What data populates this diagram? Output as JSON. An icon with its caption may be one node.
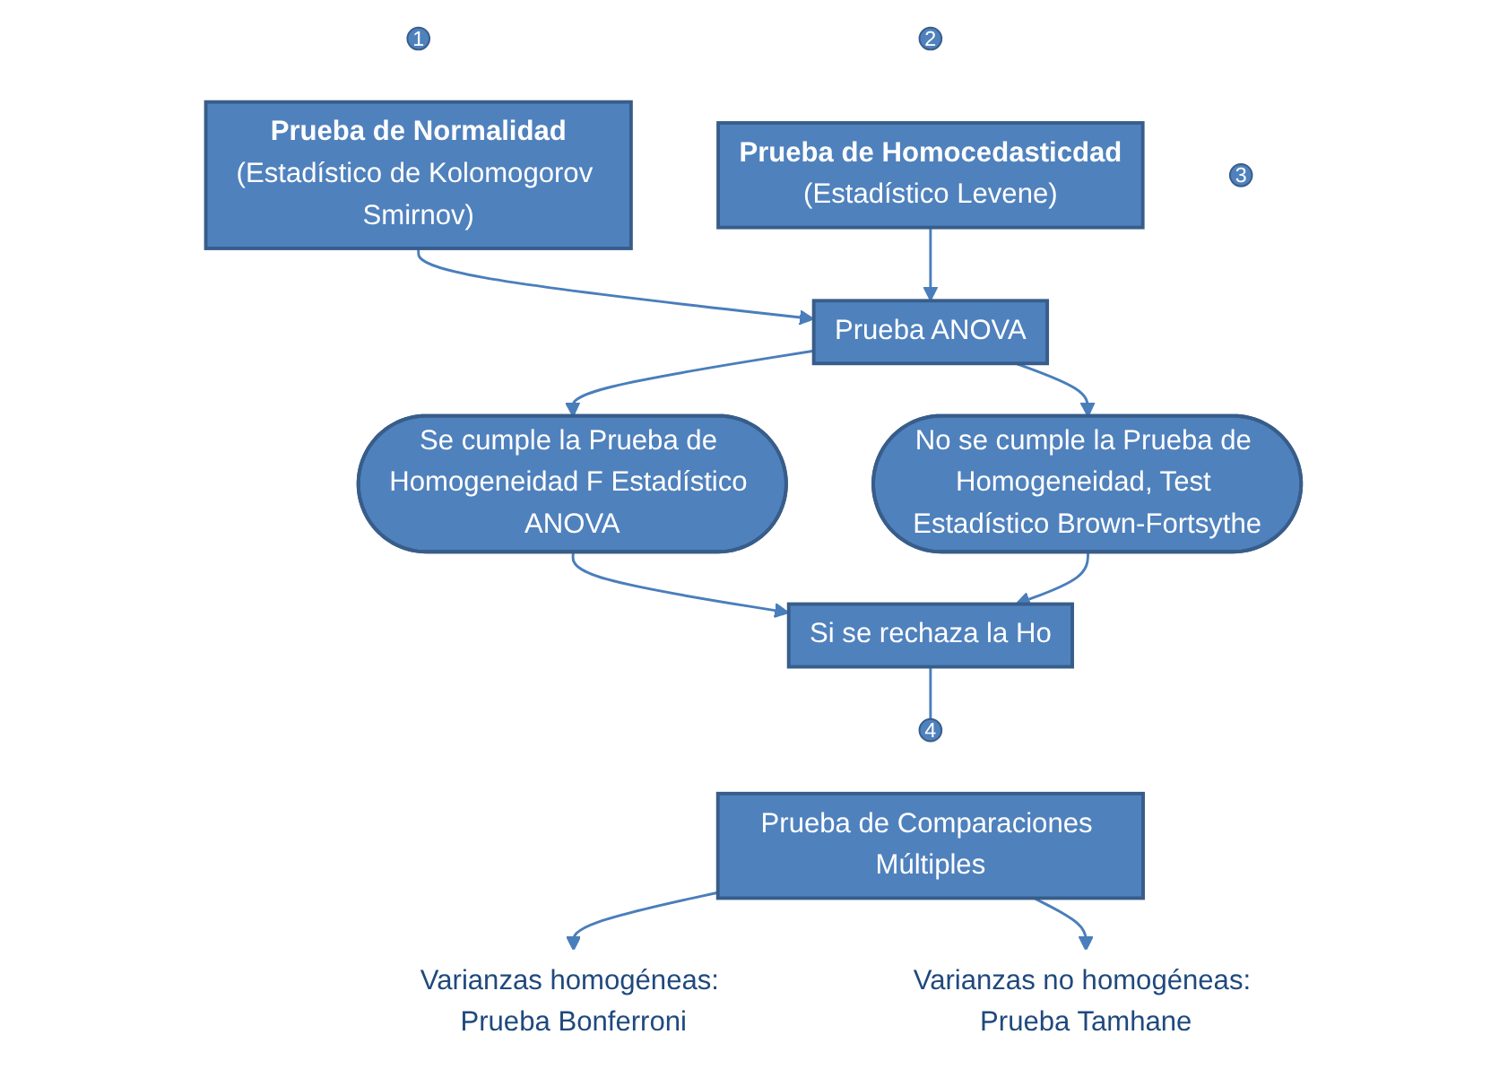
{
  "diagram": {
    "nodes": [
      {
        "text": [
          "1"
        ]
      },
      {
        "text": [
          "2"
        ]
      },
      {
        "text": [
          "Prueba de Normalidad",
          "(Estadístico de Kolomogorov Smirnov)"
        ]
      },
      {
        "text": [
          "Prueba de Homocedasticdad",
          "(Estadístico Levene)"
        ]
      },
      {
        "text": [
          "3"
        ]
      },
      {
        "text": [
          "Prueba ANOVA"
        ]
      },
      {
        "text": [
          "Se cumple la Prueba de Homogeneidad F Estadístico ANOVA"
        ]
      },
      {
        "text": [
          "No se cumple la Prueba de Homogeneidad, Test Estadístico Brown-Fortsythe"
        ]
      },
      {
        "text": [
          "Si se rechaza la Ho"
        ]
      },
      {
        "text": [
          "4"
        ]
      },
      {
        "text": [
          "Prueba de Comparaciones Múltiples"
        ]
      },
      {
        "text": [
          "Varianzas homogéneas: Prueba Bonferroni"
        ]
      },
      {
        "text": [
          "Varianzas no homogéneas: Prueba Tamhane"
        ]
      }
    ],
    "edges": [
      {
        "from": 2,
        "to": 5,
        "arrow": "to"
      },
      {
        "from": 3,
        "to": 5,
        "arrow": "to"
      },
      {
        "from": 5,
        "to": 6,
        "arrow": "to"
      },
      {
        "from": 5,
        "to": 7,
        "arrow": "to"
      },
      {
        "from": 6,
        "to": 8,
        "arrow": "to"
      },
      {
        "from": 7,
        "to": 8,
        "arrow": "to"
      },
      {
        "from": 8,
        "to": 9,
        "arrow": "none"
      },
      {
        "from": 10,
        "to": 11,
        "arrow": "to"
      },
      {
        "from": 10,
        "to": 12,
        "arrow": "to"
      }
    ]
  }
}
